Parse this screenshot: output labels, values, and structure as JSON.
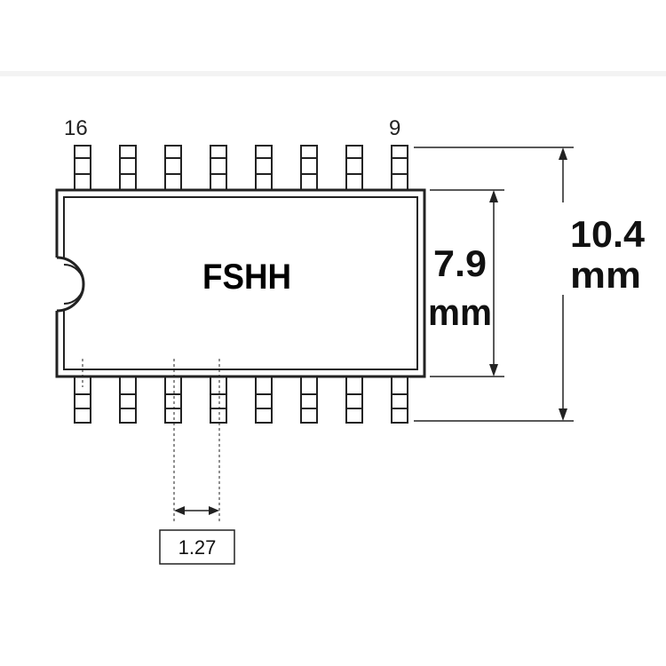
{
  "pins": {
    "per_side": 8,
    "top_left_number": "16",
    "top_right_number": "9"
  },
  "chip": {
    "label": "FSHH"
  },
  "dimensions": {
    "body_width_value": "7.9",
    "body_width_unit": "mm",
    "total_width_value": "10.4",
    "total_width_unit": "mm",
    "pin_pitch": "1.27"
  },
  "colors": {
    "outline": "#222222",
    "pin_fill": "#ffffff",
    "text": "#111111"
  }
}
